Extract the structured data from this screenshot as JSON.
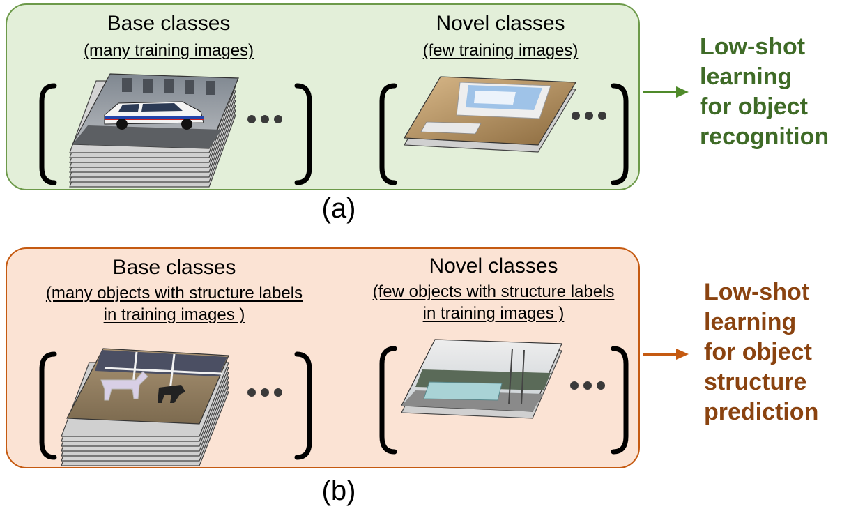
{
  "panel_a": {
    "base": {
      "title": "Base classes",
      "sub": "(many training images)"
    },
    "novel": {
      "title": "Novel classes",
      "sub": "(few training images)"
    },
    "ellipsis": "•••",
    "result_lines": [
      "Low-shot",
      "learning",
      "for object",
      "recognition"
    ],
    "caption": "(a)"
  },
  "panel_b": {
    "base": {
      "title": "Base classes",
      "sub_lines": [
        "(many objects with structure labels",
        "in training images )"
      ]
    },
    "novel": {
      "title": "Novel classes",
      "sub_lines": [
        "(few objects with structure labels",
        "in training images )"
      ]
    },
    "ellipsis": "•••",
    "result_lines": [
      "Low-shot",
      "learning",
      "for object",
      "structure",
      "prediction"
    ],
    "caption": "(b)"
  },
  "colors": {
    "panel_a_fill": "#e3efd9",
    "panel_a_border": "#6d9a4a",
    "panel_a_result": "#3f6b27",
    "panel_b_fill": "#fbe3d4",
    "panel_b_border": "#c55a11",
    "panel_b_result": "#8a4310"
  }
}
